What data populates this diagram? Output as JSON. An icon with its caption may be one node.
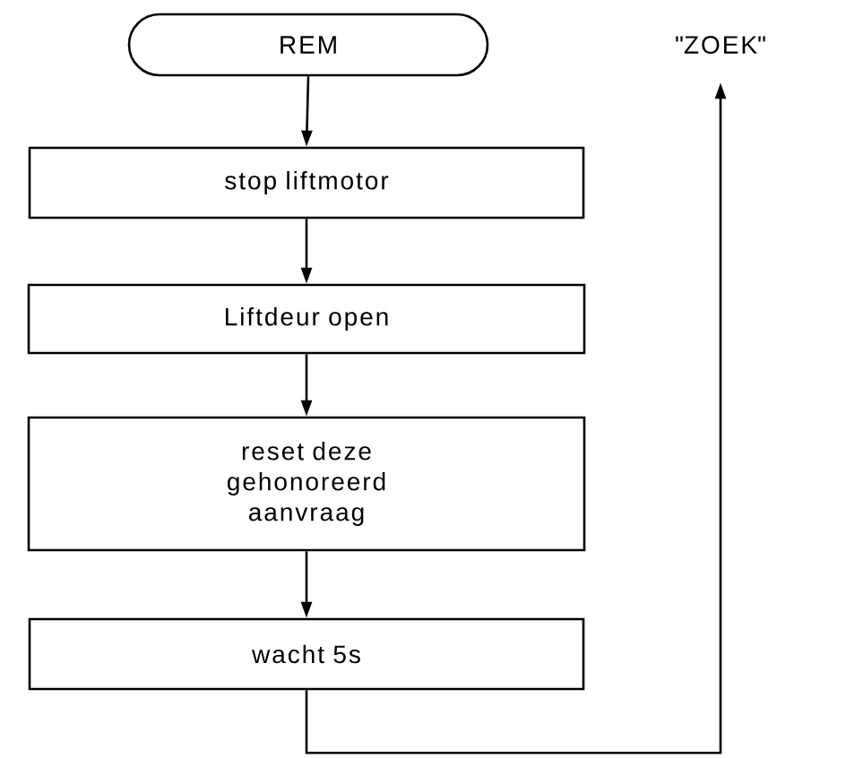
{
  "diagram": {
    "nodes": [
      {
        "text": [
          "REM"
        ]
      },
      {
        "text": [
          "stop liftmotor"
        ]
      },
      {
        "text": [
          "Liftdeur open"
        ]
      },
      {
        "text": [
          "reset deze gehonoreerd aanvraag"
        ]
      },
      {
        "text": [
          "wacht 5s"
        ]
      },
      {
        "text": [
          "\"ZOEK\""
        ]
      }
    ],
    "edges": [
      {
        "from": 0,
        "to": 1,
        "arrow": "to"
      },
      {
        "from": 1,
        "to": 2,
        "arrow": "to"
      },
      {
        "from": 2,
        "to": 3,
        "arrow": "to"
      },
      {
        "from": 3,
        "to": 4,
        "arrow": "to"
      },
      {
        "from": 4,
        "to": 5,
        "arrow": "to"
      }
    ]
  }
}
